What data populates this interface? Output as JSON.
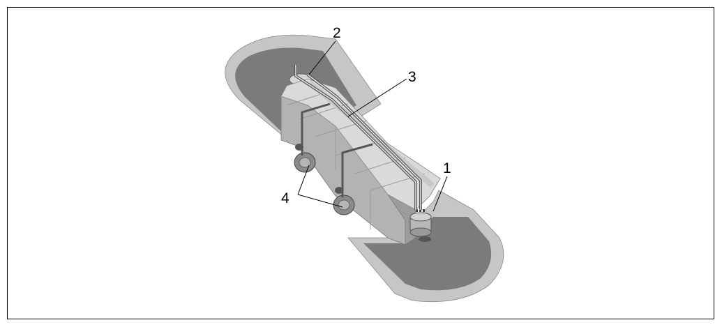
{
  "callouts": [
    {
      "id": "1",
      "label": "1"
    },
    {
      "id": "2",
      "label": "2"
    },
    {
      "id": "3",
      "label": "3"
    },
    {
      "id": "4",
      "label": "4"
    }
  ],
  "colors": {
    "field_outer": "#c6c6c6",
    "field_inner": "#7b7b7b",
    "body_top": "#dadada",
    "body_side": "#b3b3b3",
    "body_dark": "#9c9c9c",
    "wheel": "#8a8a8a",
    "line": "#000000"
  }
}
